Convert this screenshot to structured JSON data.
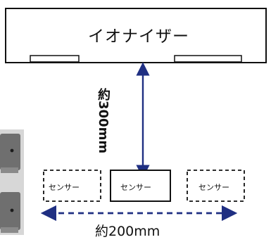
{
  "ionizer": {
    "label": "イオナイザー"
  },
  "sensors": [
    {
      "label": "センサー",
      "style": "dashed"
    },
    {
      "label": "センサー",
      "style": "solid"
    },
    {
      "label": "センサー",
      "style": "dashed"
    }
  ],
  "dimensions": {
    "vertical": "約300mm",
    "horizontal": "約200mm"
  },
  "colors": {
    "arrow": "#1f2f82",
    "outline": "#111111",
    "device_panel": "#6f6f6f"
  }
}
